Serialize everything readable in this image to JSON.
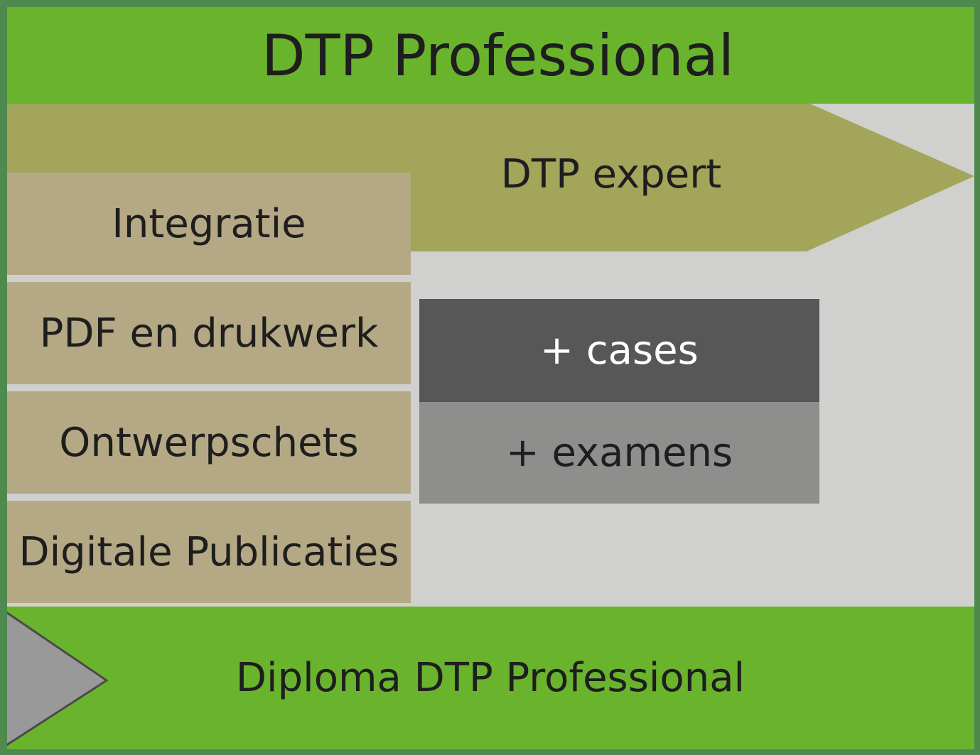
{
  "title": "DTP Professional",
  "expert": {
    "label": "DTP expert"
  },
  "modules": [
    {
      "label": "Integratie"
    },
    {
      "label": "PDF en drukwerk"
    },
    {
      "label": "Ontwerpschets"
    },
    {
      "label": "Digitale Publicaties"
    }
  ],
  "extras": {
    "cases": "+ cases",
    "examens": "+ examens"
  },
  "diploma": {
    "label": "Diploma DTP Professional"
  },
  "colors": {
    "frame": "#4e8a4e",
    "green": "#6ab42d",
    "olive": "#a2a55a",
    "module": "#b4a984",
    "background": "#d0d0cf",
    "dark_gray": "#575757",
    "mid_gray": "#8e8e8d",
    "triangle": "#999999"
  }
}
